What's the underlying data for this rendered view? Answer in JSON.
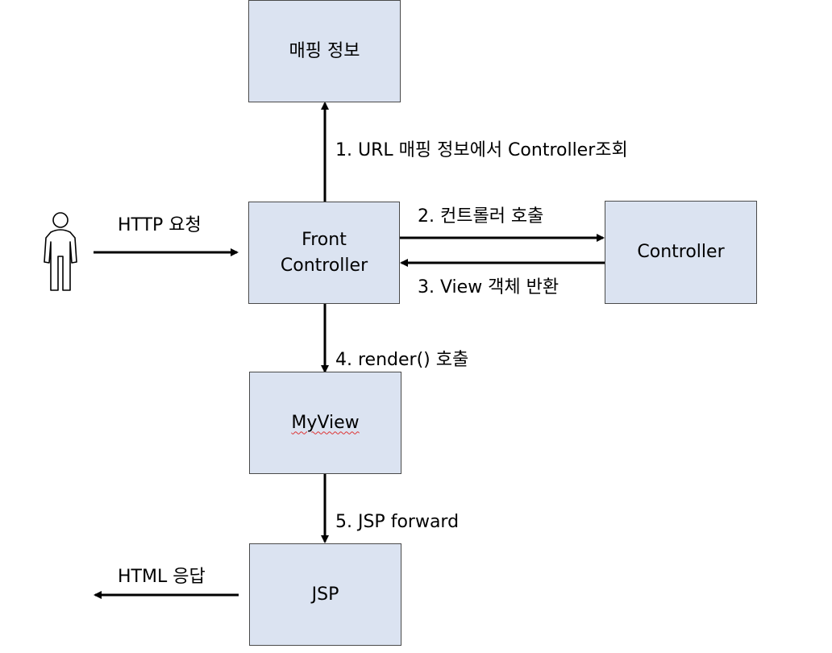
{
  "nodes": {
    "mapping_info": "매핑 정보",
    "front_controller_line1": "Front",
    "front_controller_line2": "Controller",
    "controller": "Controller",
    "myview": "MyView",
    "jsp": "JSP"
  },
  "edges": {
    "http_request": "HTTP 요청",
    "step1": "1. URL 매핑 정보에서 Controller조회",
    "step2": "2. 컨트롤러 호출",
    "step3": "3. View 객체 반환",
    "step4": "4. render() 호출",
    "step5": "5. JSP forward",
    "html_response": "HTML 응답"
  },
  "colors": {
    "box_fill": "#dbe3f1",
    "box_border": "#4a4a4a",
    "arrow": "#000000",
    "spellcheck_underline": "#dd3333"
  },
  "icons": {
    "user": "person-icon"
  }
}
